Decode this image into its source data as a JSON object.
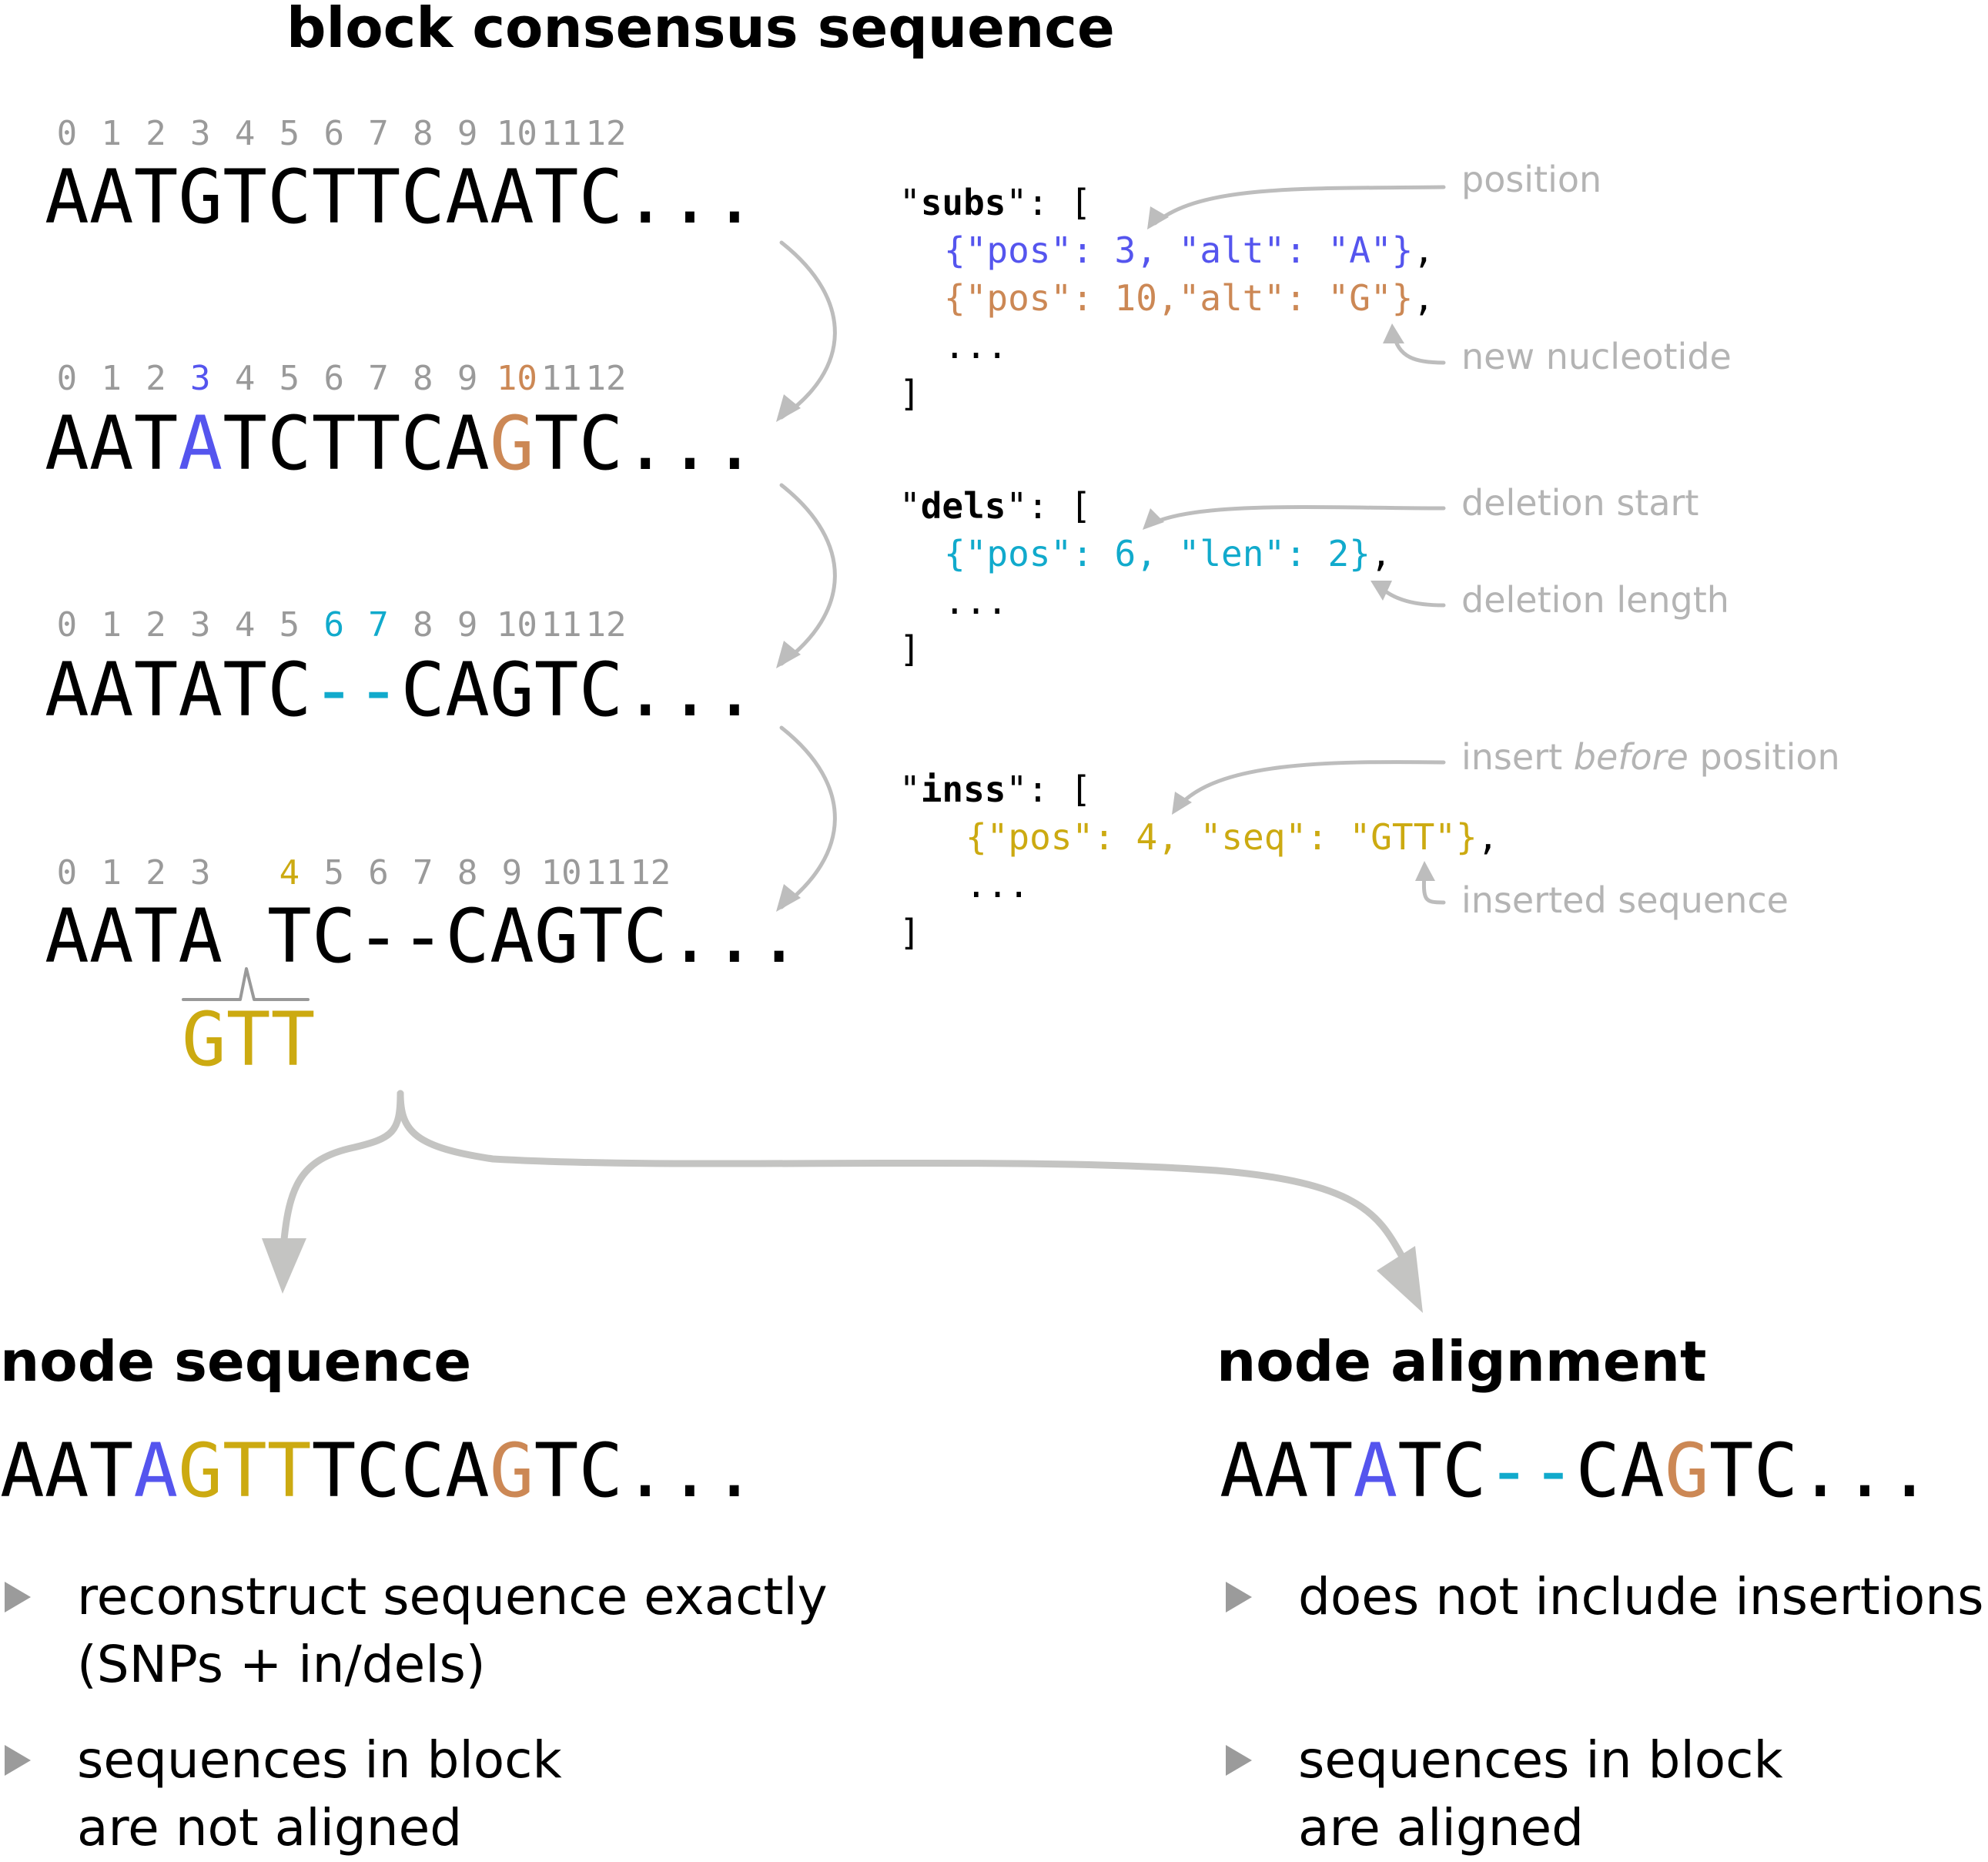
{
  "colors": {
    "substitution_a": "#5555ee",
    "substitution_g": "#cc8855",
    "deletion": "#11aacc",
    "insertion": "#ccaa11",
    "annotation_gray": "#b4b4b4",
    "index_gray": "#9a9a9a",
    "arrow_gray": "#bdbdbd"
  },
  "title": "block consensus sequence",
  "rows": {
    "r1": {
      "idx": [
        "0",
        "1",
        "2",
        "3",
        "4",
        "5",
        "6",
        "7",
        "8",
        "9",
        "10",
        "11",
        "12"
      ],
      "seq": "AATGTCTTCAATC..."
    },
    "r2": {
      "idx": [
        "0",
        "1",
        "2",
        "3",
        "4",
        "5",
        "6",
        "7",
        "8",
        "9",
        "10",
        "11",
        "12"
      ],
      "seq_a": "AAT",
      "seq_b": "A",
      "seq_c": "TCTTCA",
      "seq_d": "G",
      "seq_e": "TC..."
    },
    "r3": {
      "idx": [
        "0",
        "1",
        "2",
        "3",
        "4",
        "5",
        "6",
        "7",
        "8",
        "9",
        "10",
        "11",
        "12"
      ],
      "seq_a": "AATATC",
      "seq_b": "--",
      "seq_c": "CAGTC..."
    },
    "r4": {
      "idx": [
        "0",
        "1",
        "2",
        "3",
        "4",
        "5",
        "6",
        "7",
        "8",
        "9",
        "10",
        "11",
        "12"
      ],
      "seq_a": "AATA ",
      "seq_b": "TC--CAGTC...",
      "insert": "GTT"
    }
  },
  "code": {
    "subs": {
      "key": "subs",
      "item1": "{\"pos\": 3, \"alt\": \"A\"}",
      "item2": "{\"pos\": 10,\"alt\": \"G\"}",
      "ellipsis": "..."
    },
    "dels": {
      "key": "dels",
      "item1": "{\"pos\": 6, \"len\": 2}",
      "ellipsis": "..."
    },
    "inss": {
      "key": "inss",
      "item1": "{\"pos\": 4, \"seq\": \"GTT\"}",
      "ellipsis": "..."
    }
  },
  "annotations": {
    "position": "position",
    "new_nucleotide": "new nucleotide",
    "deletion_start": "deletion start",
    "deletion_length": "deletion length",
    "insert_before_1": "insert ",
    "insert_before_2": "before",
    "insert_before_3": " position",
    "inserted_sequence": "inserted sequence"
  },
  "node_sequence": {
    "title": "node sequence",
    "seq_a": "AAT",
    "seq_b": "A",
    "seq_c": "GTT",
    "seq_d": "TCCA",
    "seq_e": "G",
    "seq_f": "TC...",
    "bullets": [
      "reconstruct sequence exactly\n(SNPs + in/dels)",
      "sequences in block\nare not aligned"
    ]
  },
  "node_alignment": {
    "title": "node alignment",
    "seq_a": "AAT",
    "seq_b": "A",
    "seq_c": "TC",
    "seq_d": "--",
    "seq_e": "CA",
    "seq_f": "G",
    "seq_g": "TC...",
    "bullets": [
      "does not include insertions",
      "sequences in block\nare aligned"
    ]
  }
}
